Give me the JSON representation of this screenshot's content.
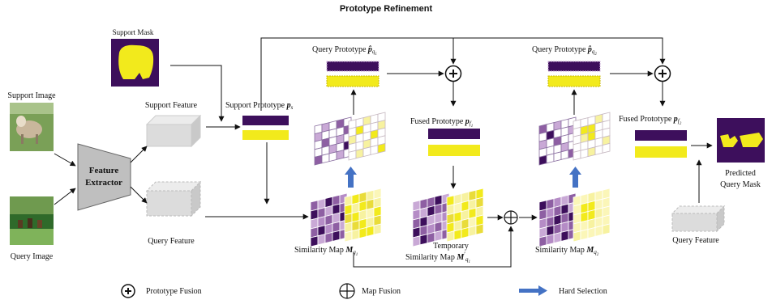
{
  "title": "Prototype Refinement",
  "labels": {
    "support_mask": "Support Mask",
    "support_image": "Support Image",
    "query_image": "Query Image",
    "feature_extractor_line1": "Feature",
    "feature_extractor_line2": "Extractor",
    "support_feature": "Support Feature",
    "query_feature": "Query Feature",
    "support_prototype": "Support Prototype",
    "support_prototype_sym": "p",
    "support_prototype_sub": "s",
    "query_prototype_1": "Query Prototype",
    "query_prototype_1_sym": "p̂",
    "query_prototype_1_sub": "q",
    "query_prototype_1_subsub": "1",
    "query_prototype_2": "Query Prototype",
    "query_prototype_2_sym": "p̂",
    "query_prototype_2_sub": "q",
    "query_prototype_2_subsub": "2",
    "fused_prototype_1": "Fused Prototype",
    "fused_prototype_1_sym": "p",
    "fused_prototype_1_sub": "f",
    "fused_prototype_1_subsub": "1",
    "fused_prototype_2": "Fused Prototype",
    "fused_prototype_2_sym": "p",
    "fused_prototype_2_sub": "f",
    "fused_prototype_2_subsub": "2",
    "similarity_map_1": "Similarity Map",
    "similarity_map_1_sym": "M",
    "similarity_map_1_sub": "q",
    "similarity_map_1_subsub": "1",
    "temp_line1": "Temporary",
    "temp_line2": "Similarity Map",
    "temp_sym": "M",
    "temp_prime": "′",
    "temp_sub": "q",
    "temp_subsub": "1",
    "similarity_map_2": "Similarity Map",
    "similarity_map_2_sym": "M",
    "similarity_map_2_sub": "q",
    "similarity_map_2_subsub": "2",
    "predicted_line1": "Predicted",
    "predicted_line2": "Query Mask",
    "query_feature_right": "Query Feature"
  },
  "legend": {
    "prototype_fusion": "Prototype Fusion",
    "map_fusion": "Map Fusion",
    "hard_selection": "Hard Selection"
  },
  "colors": {
    "purple_dark": "#3d0f5c",
    "purple_mid": "#8e5fa3",
    "purple_light": "#c9a9d6",
    "yellow": "#f2ea1c",
    "yellow_light": "#f7f2a0",
    "gray_box": "#d9d9d9",
    "arrow_blue": "#4472c4"
  }
}
